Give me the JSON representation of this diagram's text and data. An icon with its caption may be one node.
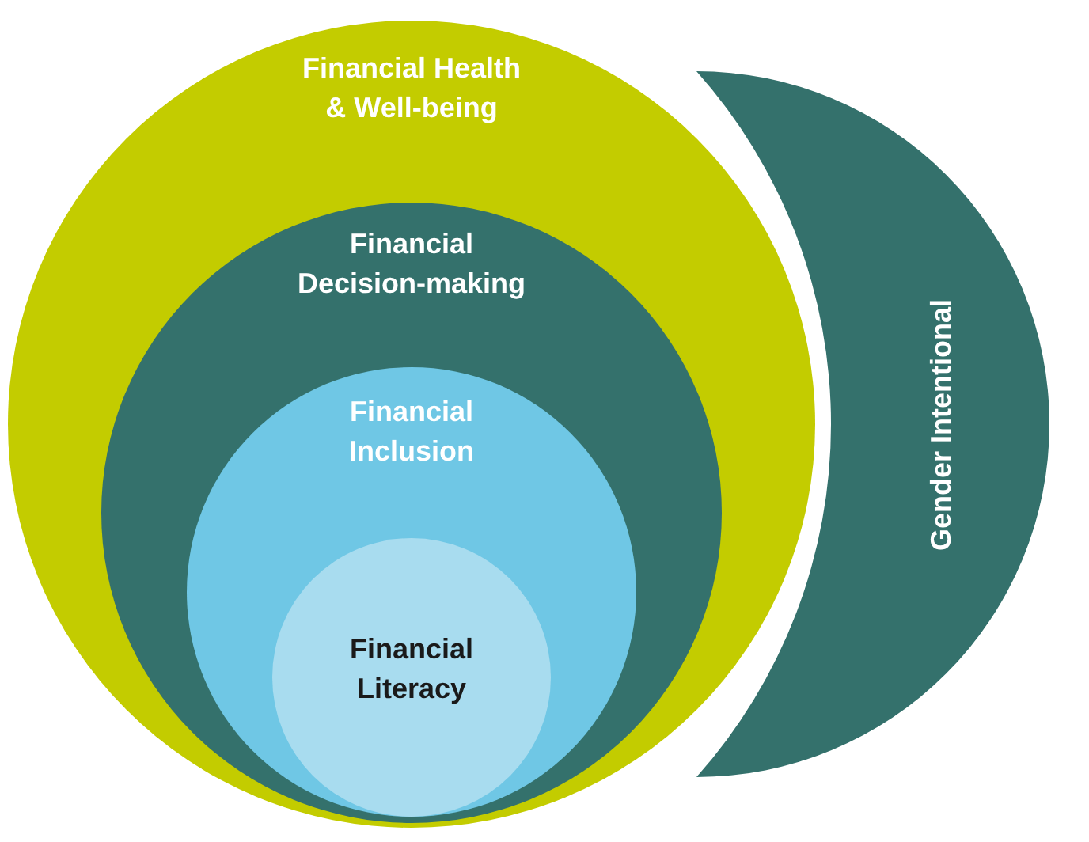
{
  "diagram": {
    "nodes": [
      {
        "text": [
          "Financial Health & Well-being"
        ]
      },
      {
        "text": [
          "Financial Decision-making"
        ],
        "in": 0
      },
      {
        "text": [
          "Financial Inclusion"
        ],
        "in": 1
      },
      {
        "text": [
          "Financial Literacy"
        ],
        "in": 2
      },
      {
        "text": [
          "Gender Intentional"
        ]
      }
    ]
  }
}
